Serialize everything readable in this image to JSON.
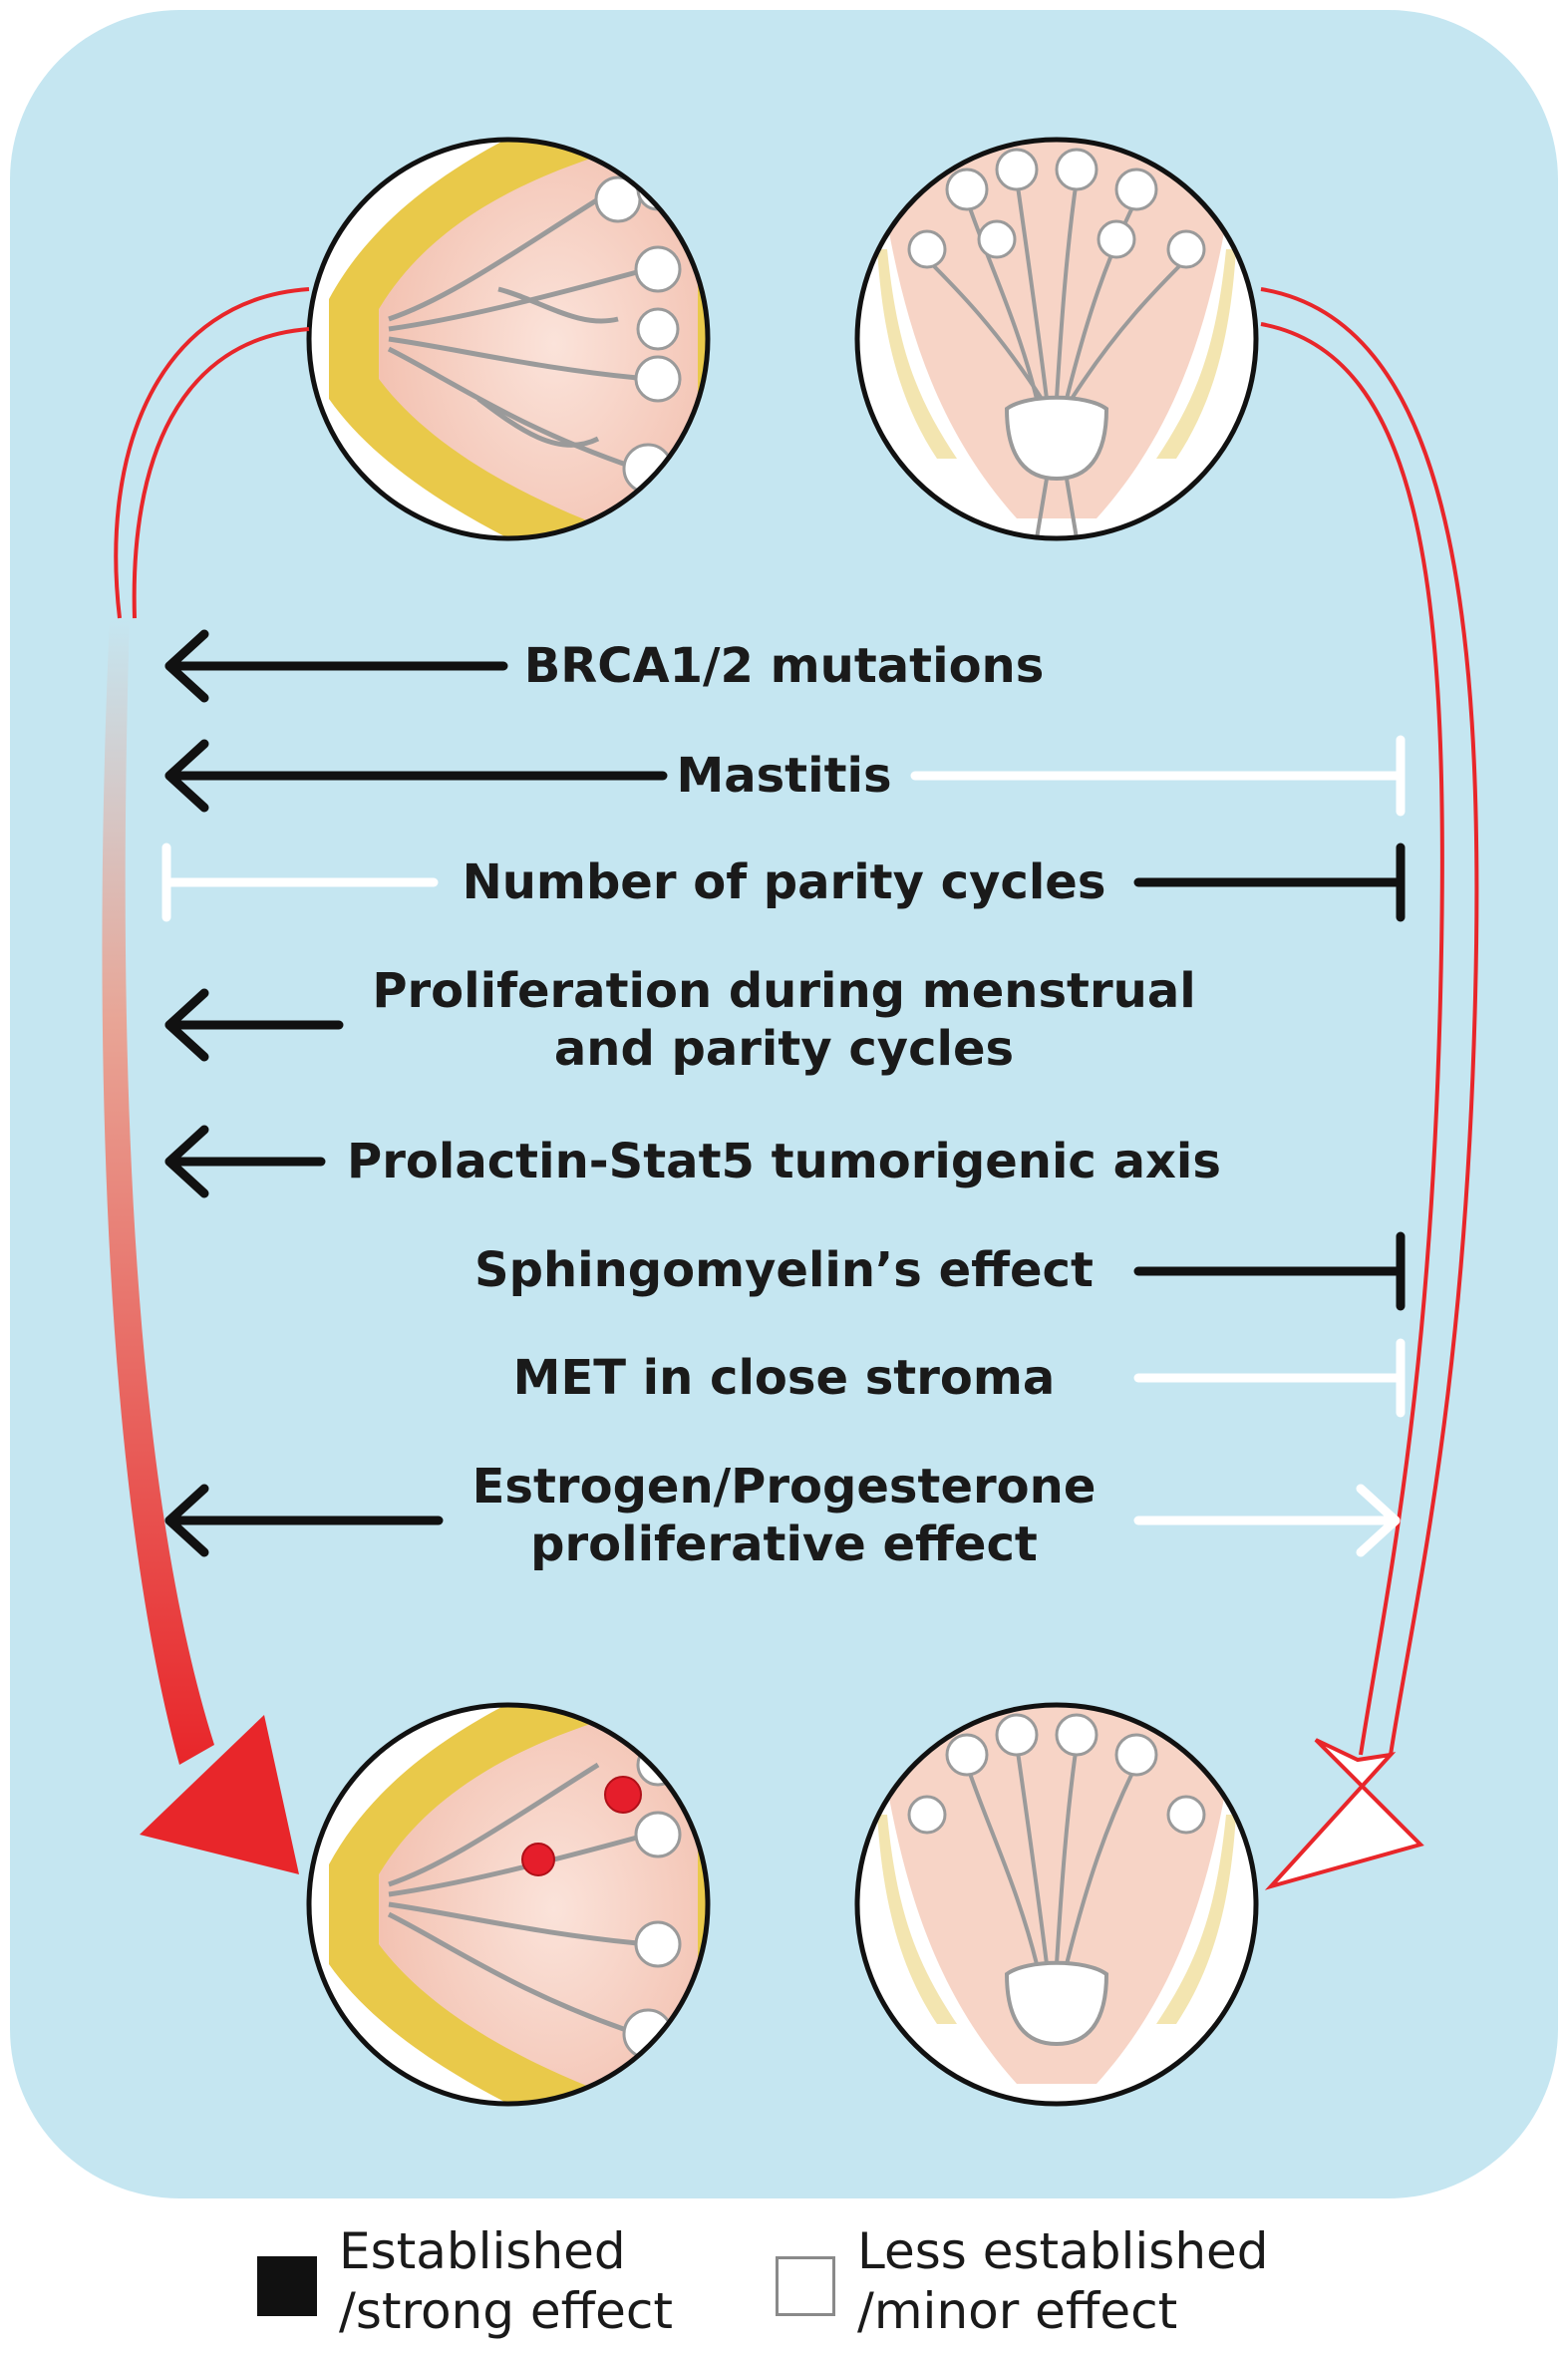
{
  "factors": [
    {
      "label": "BRCA1/2 mutations"
    },
    {
      "label": "Mastitis"
    },
    {
      "label": "Number of parity cycles"
    },
    {
      "line1": "Proliferation during menstrual",
      "line2": "and parity cycles"
    },
    {
      "label": "Prolactin-Stat5 tumorigenic axis"
    },
    {
      "label": "Sphingomyelin’s effect"
    },
    {
      "label": "MET in close stroma"
    },
    {
      "line1": "Estrogen/Progesterone",
      "line2": "proliferative effect"
    }
  ],
  "legend": {
    "established": {
      "line1": "Established",
      "line2": "/strong effect",
      "color": "#000000"
    },
    "less_established": {
      "line1": "Less established",
      "line2": "/minor effect",
      "color": "#ffffff"
    }
  },
  "colors": {
    "background_panel": "#c5e6f1",
    "arrow_red": "#e8262a",
    "breast_yellow": "#e9c94a",
    "tissue_pink": "#f7d4c6",
    "nipple_orange": "#ee7a52",
    "tumor_red": "#e51e2b"
  }
}
